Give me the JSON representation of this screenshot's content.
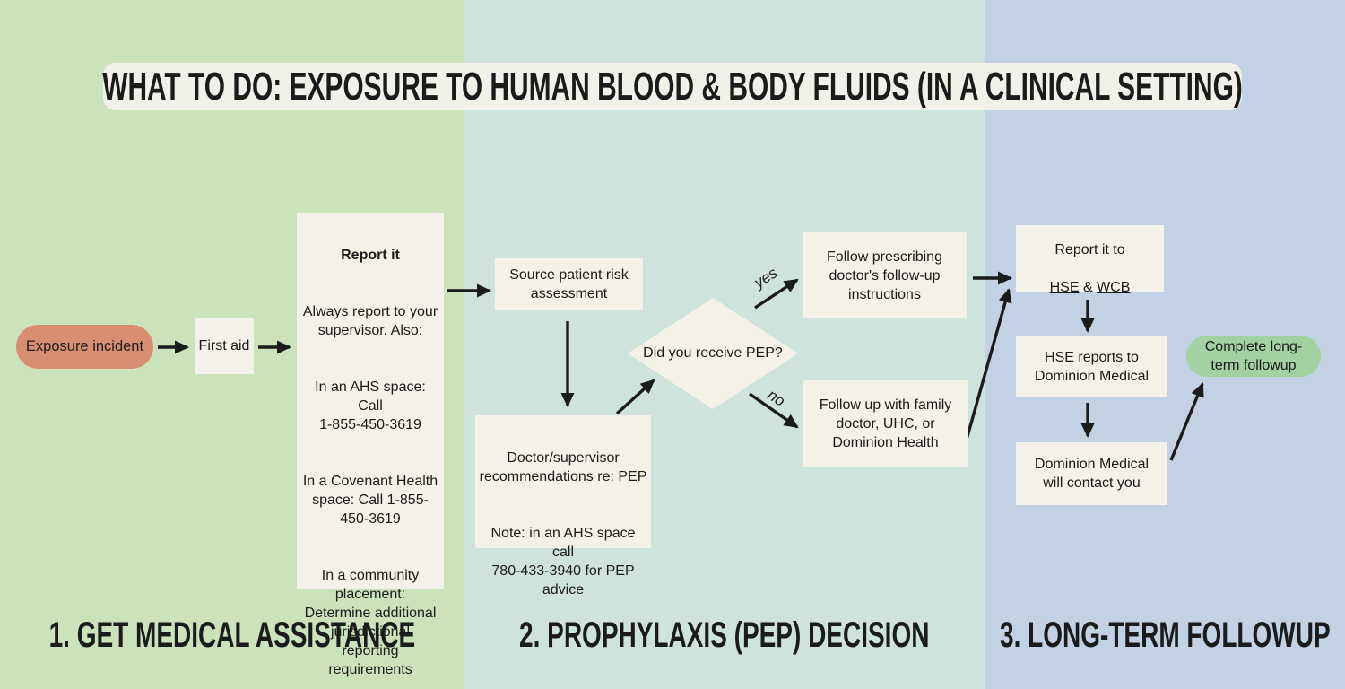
{
  "title": "WHAT TO DO: EXPOSURE TO HUMAN BLOOD & BODY FLUIDS (IN A CLINICAL SETTING)",
  "colors": {
    "column1_bg": "#cbe2ba",
    "column2_bg": "#cfe3dd",
    "column3_bg": "#c3d1e4",
    "box_bg": "#f4f1e9",
    "exposure_pill": "#d98e72",
    "followup_pill": "#a3d1a1",
    "ink": "#1b1b1b"
  },
  "sections": [
    {
      "label": "1. GET MEDICAL ASSISTANCE"
    },
    {
      "label": "2. PROPHYLAXIS (PEP) DECISION"
    },
    {
      "label": "3. LONG-TERM FOLLOWUP"
    }
  ],
  "nodes": {
    "exposure_incident": "Exposure incident",
    "first_aid": "First aid",
    "report_it": {
      "heading": "Report it",
      "p1": "Always report to your\nsupervisor. Also:",
      "p2": "In an AHS space: Call\n1-855-450-3619",
      "p3": "In a Covenant Health\nspace: Call 1-855-\n450-3619",
      "p4": "In a community\nplacement:\nDetermine additional\njurisdictional\nreporting\nrequirements"
    },
    "source_risk": "Source patient risk\nassessment",
    "pep_question": "Did you receive PEP?",
    "doctor_recs": {
      "p1": "Doctor/supervisor\nrecommendations re: PEP",
      "p2": "Note: in an AHS space call\n780-433-3940 for PEP\nadvice"
    },
    "yes_label": "yes",
    "no_label": "no",
    "follow_prescribing": "Follow prescribing\ndoctor's follow-up\ninstructions",
    "follow_up_family": "Follow up with family\ndoctor, UHC, or\nDominion Health",
    "report_hse": {
      "line1": "Report it to",
      "link1": "HSE",
      "amp": " & ",
      "link2": "WCB"
    },
    "hse_reports": "HSE reports to\nDominion Medical",
    "dominion_contact": "Dominion Medical\nwill contact you",
    "complete_followup": "Complete long-\nterm followup"
  }
}
